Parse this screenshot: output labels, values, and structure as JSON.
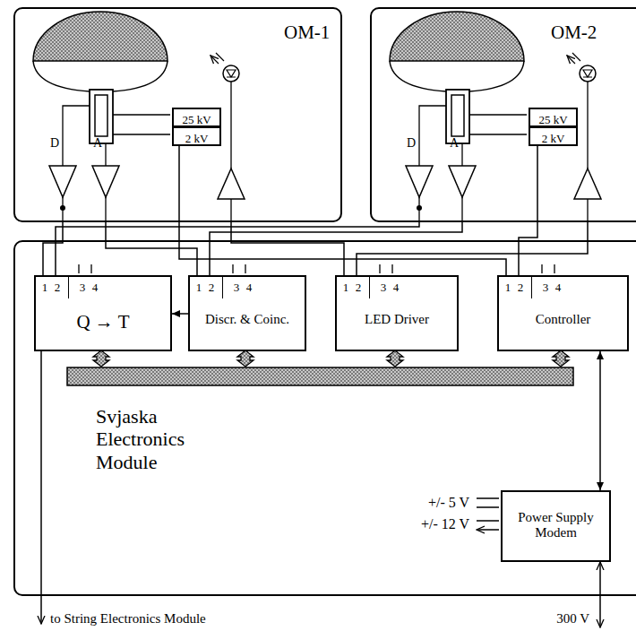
{
  "diagram": {
    "nodes": [
      {
        "text": [
          "OM-1"
        ]
      },
      {
        "text": [
          "25 kV"
        ],
        "in": 0
      },
      {
        "text": [
          "2 kV"
        ],
        "in": 0
      },
      {
        "text": [
          "OM-2"
        ]
      },
      {
        "text": [
          "25 kV"
        ],
        "in": 3
      },
      {
        "text": [
          "2 kV"
        ],
        "in": 3
      },
      {
        "text": [
          "Svjaska Electronics Module"
        ]
      },
      {
        "text": [
          "1",
          "2",
          "3",
          "4",
          "Q → T"
        ],
        "in": 6
      },
      {
        "text": [
          "1",
          "2",
          "3",
          "4",
          "Discr. & Coinc."
        ],
        "in": 6
      },
      {
        "text": [
          "1",
          "2",
          "3",
          "4",
          "LED Driver"
        ],
        "in": 6
      },
      {
        "text": [
          "1",
          "2",
          "3",
          "4",
          "Controller"
        ],
        "in": 6
      },
      {
        "text": [
          "Power Supply Modem"
        ],
        "in": 6
      }
    ],
    "edges": [
      {
        "from": 0,
        "to": 7,
        "arrow": "none"
      },
      {
        "from": 3,
        "to": 7,
        "arrow": "none"
      },
      {
        "from": 0,
        "to": 8,
        "arrow": "none"
      },
      {
        "from": 3,
        "to": 8,
        "arrow": "none"
      },
      {
        "from": 0,
        "to": 9,
        "arrow": "none"
      },
      {
        "from": 3,
        "to": 9,
        "arrow": "none"
      },
      {
        "from": 2,
        "to": 10,
        "arrow": "none"
      },
      {
        "from": 5,
        "to": 10,
        "arrow": "none"
      },
      {
        "from": 8,
        "to": 7,
        "arrow": "to"
      },
      {
        "from": 10,
        "to": 11,
        "arrow": "both"
      }
    ],
    "labels": [
      "D",
      "A",
      "D",
      "A",
      "+/- 5 V",
      "+/- 12 V",
      "to String Electronics Module",
      "300 V"
    ]
  }
}
